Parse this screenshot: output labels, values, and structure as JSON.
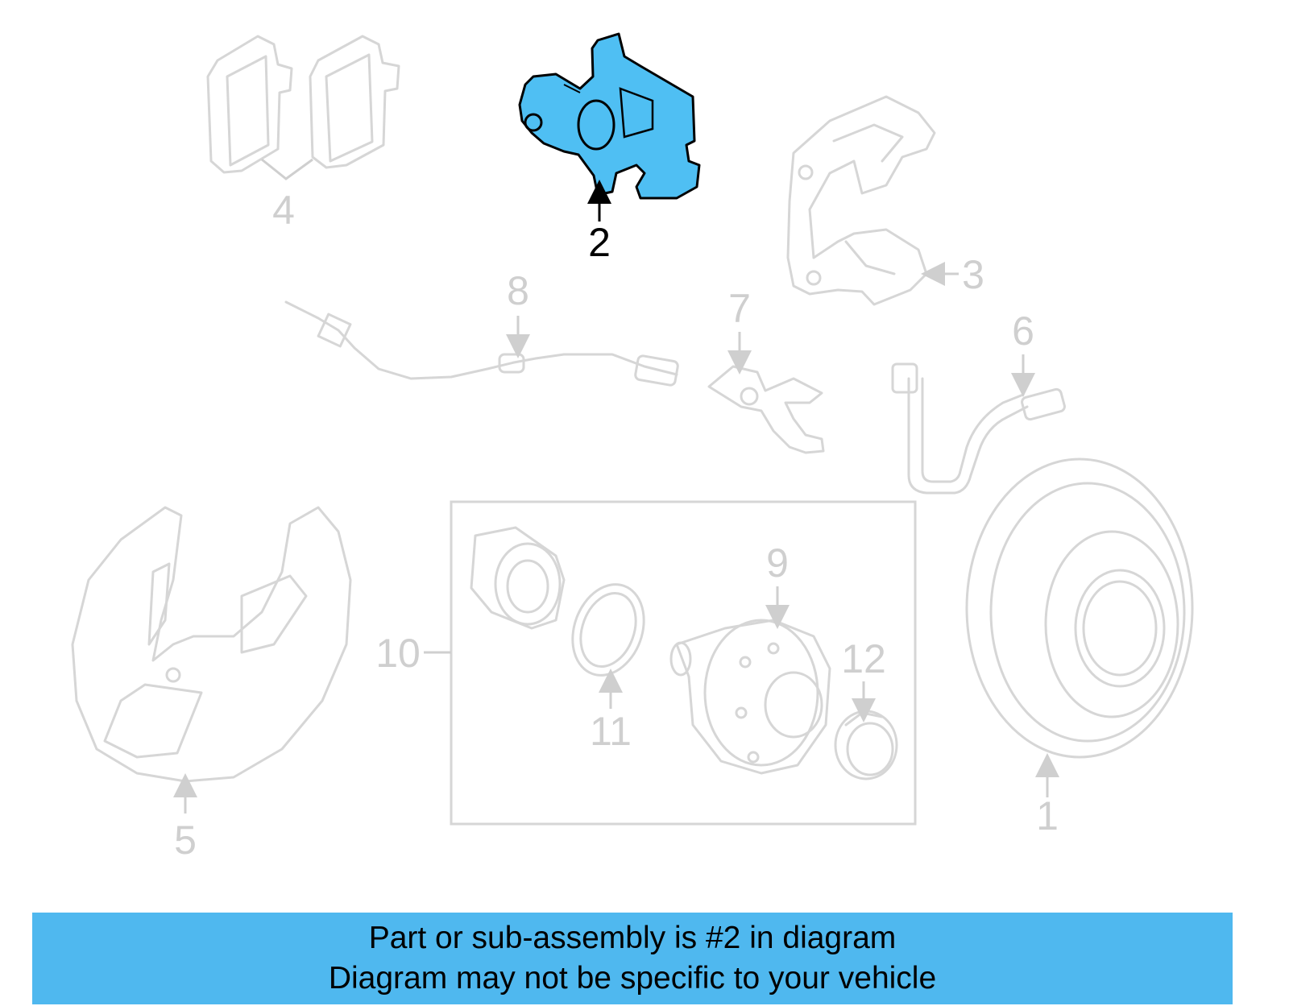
{
  "callouts": {
    "c1": "1",
    "c2": "2",
    "c3": "3",
    "c4": "4",
    "c5": "5",
    "c6": "6",
    "c7": "7",
    "c8": "8",
    "c9": "9",
    "c10": "10",
    "c11": "11",
    "c12": "12"
  },
  "highlighted_part": "2",
  "colors": {
    "highlight": "#4fbff3",
    "banner": "#4fb8ef",
    "faded": "#d6d6d6"
  },
  "banner": {
    "line1": "Part or sub-assembly is #2 in diagram",
    "line2": "Diagram may not be specific to your vehicle"
  }
}
